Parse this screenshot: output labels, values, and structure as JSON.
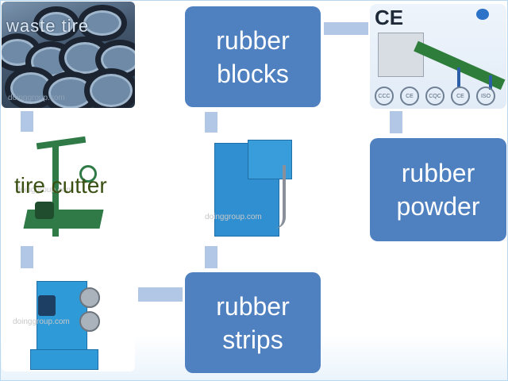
{
  "labels": {
    "blocks": [
      "rubber",
      "blocks"
    ],
    "powder": [
      "rubber",
      "powder"
    ],
    "strips": [
      "rubber",
      "strips"
    ]
  },
  "photos": {
    "waste_tire": "waste tire",
    "tire_cutter": "tire cutter",
    "ce_mark": "CE",
    "watermark": "doinggroup.com"
  },
  "colors": {
    "box_fill": "#4f80c0",
    "connector": "#b2c6e6",
    "box_text": "#ffffff"
  }
}
